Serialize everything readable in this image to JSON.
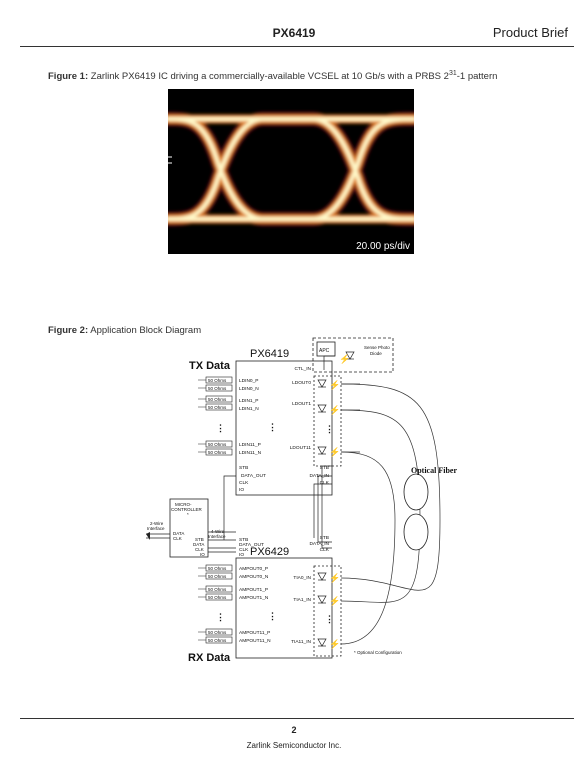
{
  "header": {
    "title": "PX6419",
    "right": "Product Brief"
  },
  "figure1": {
    "label": "Figure 1:",
    "text": "Zarlink PX6419 IC driving a commercially-available VCSEL at 10 Gb/s with a PRBS 2",
    "sup": "31",
    "tail": "-1 pattern",
    "scale": "20.00 ps/div"
  },
  "figure2": {
    "label": "Figure 2:",
    "text": "Application Block Diagram",
    "tx_data": "TX Data",
    "rx_data": "RX Data",
    "px6419": "PX6419",
    "px6429": "PX6429",
    "apc": "APC",
    "sense": "Sense Photo",
    "diode": "Diode",
    "optical_fiber": "Optical Fiber",
    "micro1": "MICRO-",
    "micro2": "CONTROLLER",
    "micro_star": "*",
    "two_wire1": "2-Wire",
    "two_wire2": "Interface",
    "four_wire1": "4-Wire",
    "four_wire2": "Interface",
    "data": "DATA",
    "clk": "CLK",
    "ohm": "50 Ohms",
    "tx_inputs": [
      "LDIN0_P",
      "LDIN0_N",
      "LDIN1_P",
      "LDIN1_N",
      "LDIN11_P",
      "LDIN11_N"
    ],
    "tx_outputs": [
      "CTL_IN",
      "LDOUT0",
      "LDOUT1",
      "LDOUT11"
    ],
    "tx_ctrl": [
      "STB",
      "DATA_OUT",
      "CLK",
      "IO"
    ],
    "tx_ctrl_right": [
      "STB",
      "DATA_IN",
      "CLK"
    ],
    "rx_ctrl": [
      "STB",
      "DATA_OUT",
      "CLK",
      "IO"
    ],
    "rx_ctrl_right": [
      "STB",
      "DATA_IN",
      "CLK"
    ],
    "mc_ports": [
      "STB",
      "DATA",
      "CLK",
      "IO"
    ],
    "rx_outputs": [
      "AMPOUT0_P",
      "AMPOUT0_N",
      "AMPOUT1_P",
      "AMPOUT1_N",
      "AMPOUT11_P",
      "AMPOUT11_N"
    ],
    "rx_inputs": [
      "TIA0_IN",
      "TIA1_IN",
      "TIA11_IN"
    ],
    "optional": "* Optional Configuration",
    "ellipsis": "⋮"
  },
  "footer": {
    "page": "2",
    "company": "Zarlink Semiconductor Inc."
  }
}
